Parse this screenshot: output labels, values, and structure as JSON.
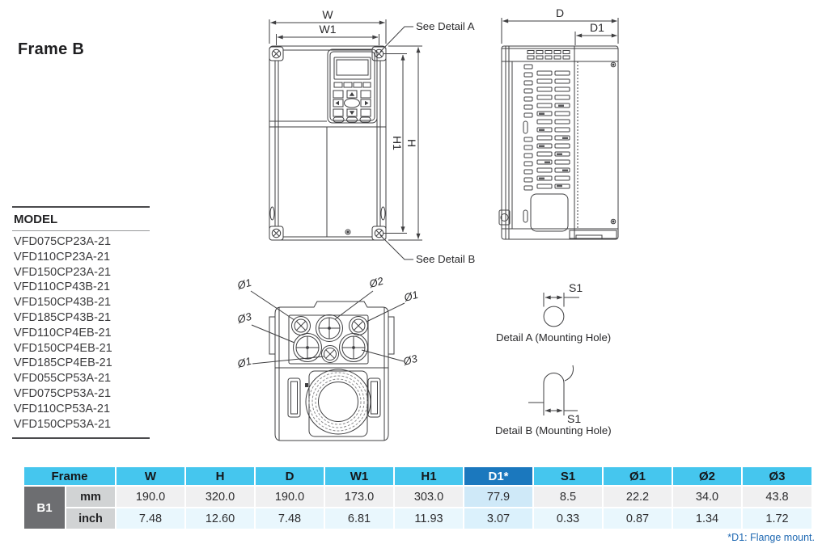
{
  "page": {
    "title": "Frame B",
    "footnote": "*D1: Flange mount."
  },
  "model_panel": {
    "heading": "MODEL",
    "models": [
      "VFD075CP23A-21",
      "VFD110CP23A-21",
      "VFD150CP23A-21",
      "VFD110CP43B-21",
      "VFD150CP43B-21",
      "VFD185CP43B-21",
      "VFD110CP4EB-21",
      "VFD150CP4EB-21",
      "VFD185CP4EB-21",
      "VFD055CP53A-21",
      "VFD075CP53A-21",
      "VFD110CP53A-21",
      "VFD150CP53A-21"
    ]
  },
  "drawings": {
    "front_view": {
      "dim_w": "W",
      "dim_w1": "W1",
      "dim_h": "H",
      "dim_h1": "H1",
      "see_detail_a": "See Detail A",
      "see_detail_b": "See Detail B"
    },
    "side_view": {
      "dim_d": "D",
      "dim_d1": "D1"
    },
    "bottom_view": {
      "labels": [
        "Ø1",
        "Ø2",
        "Ø1",
        "Ø3",
        "Ø1",
        "Ø3"
      ]
    },
    "detail_a": {
      "dim_s1": "S1",
      "caption": "Detail A (Mounting Hole)"
    },
    "detail_b": {
      "dim_s1": "S1",
      "caption": "Detail B (Mounting Hole)"
    }
  },
  "dimensions_table": {
    "frame_header": "Frame",
    "frame_name": "B1",
    "columns": [
      "W",
      "H",
      "D",
      "W1",
      "H1",
      "D1*",
      "S1",
      "Ø1",
      "Ø2",
      "Ø3"
    ],
    "highlighted_column": "D1*",
    "rows": [
      {
        "unit": "mm",
        "values": [
          "190.0",
          "320.0",
          "190.0",
          "173.0",
          "303.0",
          "77.9",
          "8.5",
          "22.2",
          "34.0",
          "43.8"
        ]
      },
      {
        "unit": "inch",
        "values": [
          "7.48",
          "12.60",
          "7.48",
          "6.81",
          "11.93",
          "3.07",
          "0.33",
          "0.87",
          "1.34",
          "1.72"
        ]
      }
    ],
    "colors": {
      "header_bg": "#45c6ee",
      "highlight_header_bg": "#1b78be",
      "header_text": "#15171a",
      "highlight_header_text": "#ffffff",
      "frame_cell_bg": "#6d6e71",
      "frame_cell_text": "#ffffff",
      "unit_cell_bg": "#d1d3d4",
      "row_mm_bg": "#f0f0f1",
      "row_inch_bg": "#e9f7fd",
      "highlight_mm_bg": "#cfe9f8",
      "highlight_inch_bg": "#dbf1fc"
    }
  }
}
